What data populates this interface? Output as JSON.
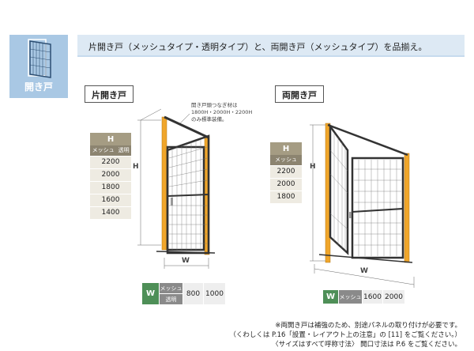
{
  "header": {
    "badge_label": "開き戸",
    "description": "片開き戸（メッシュタイプ・透明タイプ）と、両開き戸（メッシュタイプ）を品揃え。"
  },
  "single_door": {
    "title": "片開き戸",
    "callout_lines": [
      "開き戸頭つなぎ材は",
      "1800H・2000H・2200H",
      "のみ標準装備。"
    ],
    "h_label": "H",
    "w_label": "W",
    "h_table": {
      "head": "H",
      "subheaders": [
        "メッシュ",
        "透明"
      ],
      "values": [
        "2200",
        "2000",
        "1800",
        "1600",
        "1400"
      ]
    },
    "w_table": {
      "head": "W",
      "subheaders": [
        "メッシュ",
        "透明"
      ],
      "values": [
        "800",
        "1000"
      ]
    }
  },
  "double_door": {
    "title": "両開き戸",
    "h_label": "H",
    "w_label": "W",
    "h_table": {
      "head": "H",
      "subheader": "メッシュ",
      "values": [
        "2200",
        "2000",
        "1800"
      ]
    },
    "w_table": {
      "head": "W",
      "subheader": "メッシュ",
      "values": [
        "1600",
        "2000"
      ]
    }
  },
  "notes": [
    "※両開き戸は補強のため、別途パネルの取り付けが必要です。",
    "（くわしくは P.16「設置・レイアウト上の注意」の [11] をご覧ください。）",
    "〈サイズはすべて呼称寸法〉 開口寸法は P.6 をご覧ください。"
  ],
  "colors": {
    "header_blue": "#a9c8e4",
    "header_band": "#dde9f4",
    "post_orange": "#f0a62b",
    "frame_dark": "#3a3a3a",
    "h_table_tan": "#a59c83",
    "w_table_green": "#4e8f57"
  }
}
